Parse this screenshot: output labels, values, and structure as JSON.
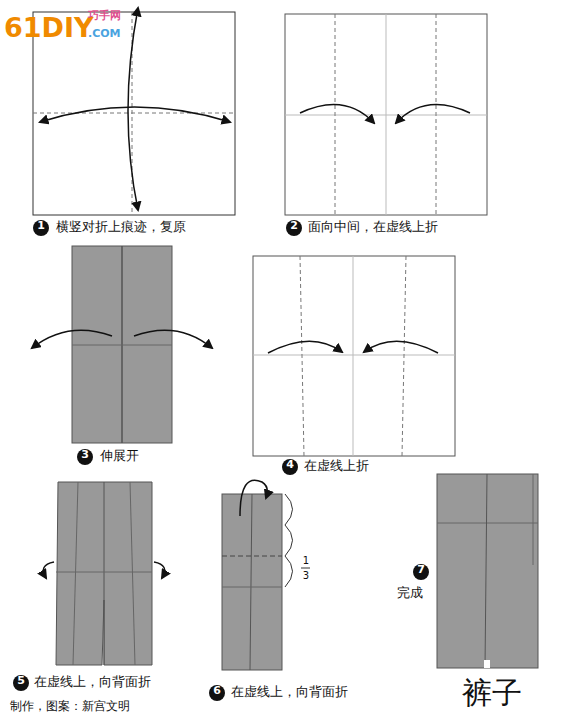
{
  "diagram": {
    "title": "裤子",
    "labels": [
      "61DIY",
      "巧手网",
      ".COM",
      "1",
      "横竖对折上痕迹，复原",
      "2",
      "面向中间，在虚线上折",
      "3",
      "伸展开",
      "4",
      "在虚线上折",
      "5",
      "在虚线上，向背面折",
      "6",
      "在虚线上，向背面折",
      "1",
      "3",
      "7",
      "完成",
      "制作，图案：新宫文明"
    ]
  }
}
